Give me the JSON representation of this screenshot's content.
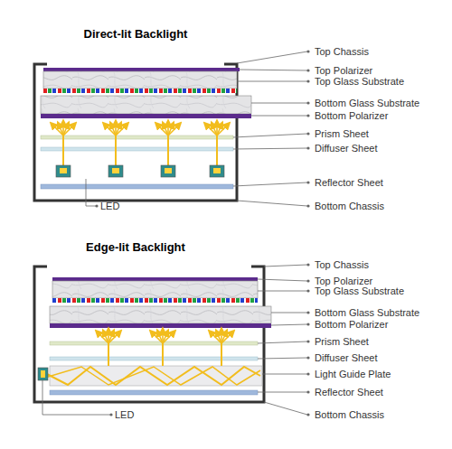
{
  "diagram": {
    "labels": [
      "Direct-lit Backlight",
      "Top Chassis",
      "Top Polarizer",
      "Top Glass Substrate",
      "Bottom Glass Substrate",
      "Bottom Polarizer",
      "Prism Sheet",
      "Diffuser Sheet",
      "Reflector Sheet",
      "LED",
      "Bottom Chassis",
      "Edge-lit Backlight",
      "Top Chassis",
      "Top Polarizer",
      "Top Glass Substrate",
      "Bottom Glass Substrate",
      "Bottom Polarizer",
      "Prism Sheet",
      "Diffuser Sheet",
      "Light Guide Plate",
      "Reflector Sheet",
      "LED",
      "Bottom Chassis"
    ]
  }
}
